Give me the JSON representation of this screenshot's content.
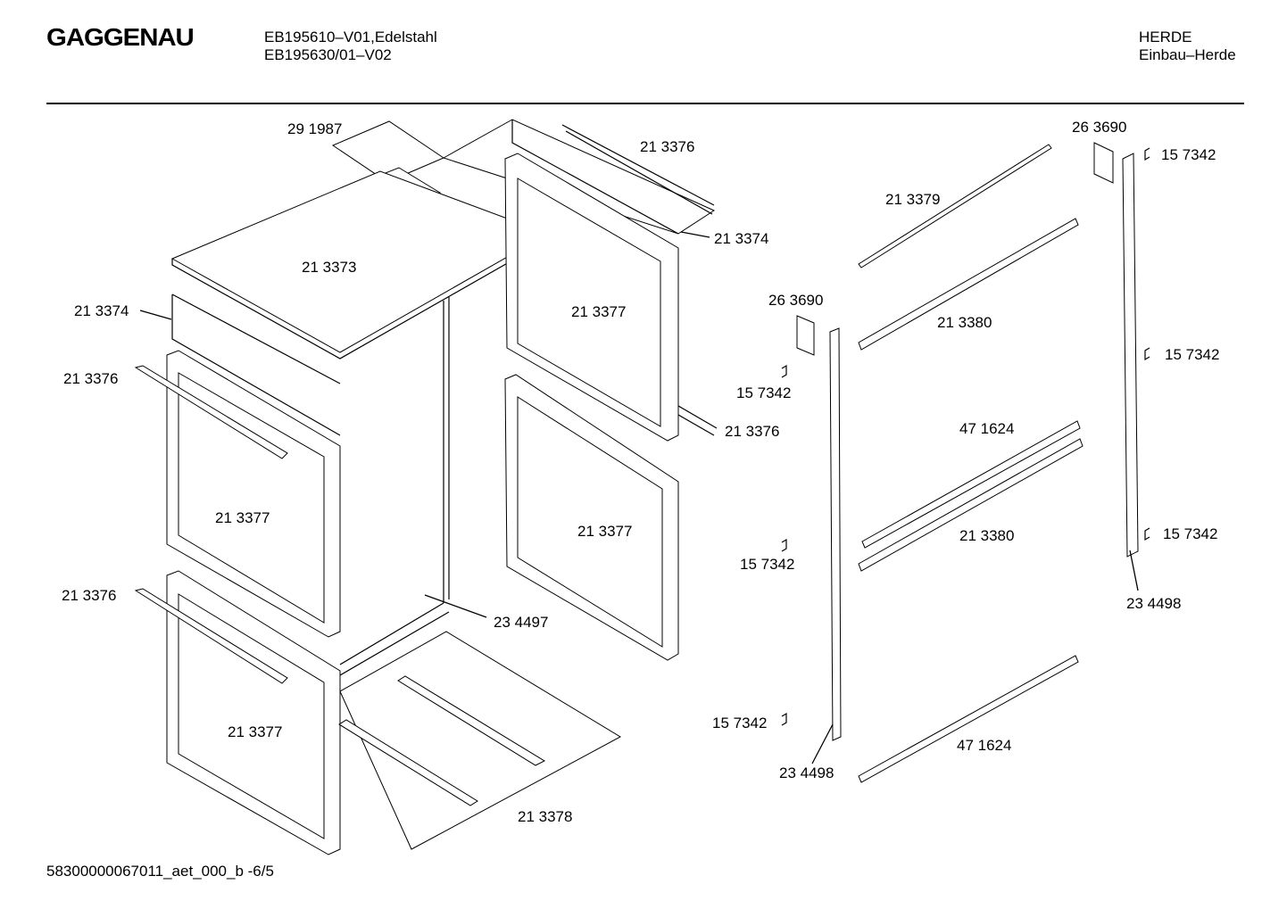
{
  "header": {
    "brand": "GAGGENAU",
    "model_line1": "EB195610–V01,Edelstahl",
    "model_line2": "EB195630/01–V02",
    "category_line1": "HERDE",
    "category_line2": "Einbau–Herde"
  },
  "footer": {
    "doc_id": "58300000067011_aet_000_b -6/5"
  },
  "labels": [
    {
      "id": "p291987",
      "text": "29 1987"
    },
    {
      "id": "p213376a",
      "text": "21 3376"
    },
    {
      "id": "p213374a",
      "text": "21 3374"
    },
    {
      "id": "p213373",
      "text": "21 3373"
    },
    {
      "id": "p213374b",
      "text": "21 3374"
    },
    {
      "id": "p213377a",
      "text": "21 3377"
    },
    {
      "id": "p213376b",
      "text": "21 3376"
    },
    {
      "id": "p213376c",
      "text": "21 3376"
    },
    {
      "id": "p213377b",
      "text": "21 3377"
    },
    {
      "id": "p213377c",
      "text": "21 3377"
    },
    {
      "id": "p213376d",
      "text": "21 3376"
    },
    {
      "id": "p234497",
      "text": "23 4497"
    },
    {
      "id": "p213377d",
      "text": "21 3377"
    },
    {
      "id": "p213378",
      "text": "21 3378"
    },
    {
      "id": "p263690a",
      "text": "26 3690"
    },
    {
      "id": "p157342a",
      "text": "15 7342"
    },
    {
      "id": "p157342b",
      "text": "15 7342"
    },
    {
      "id": "p157342c",
      "text": "15 7342"
    },
    {
      "id": "p234498a",
      "text": "23 4498"
    },
    {
      "id": "p213379",
      "text": "21 3379"
    },
    {
      "id": "p213380a",
      "text": "21 3380"
    },
    {
      "id": "p471624a",
      "text": "47 1624"
    },
    {
      "id": "p213380b",
      "text": "21 3380"
    },
    {
      "id": "p471624b",
      "text": "47 1624"
    },
    {
      "id": "p263690b",
      "text": "26 3690"
    },
    {
      "id": "p157342d",
      "text": "15 7342"
    },
    {
      "id": "p157342e",
      "text": "15 7342"
    },
    {
      "id": "p157342f",
      "text": "15 7342"
    },
    {
      "id": "p234498b",
      "text": "23 4498"
    }
  ]
}
